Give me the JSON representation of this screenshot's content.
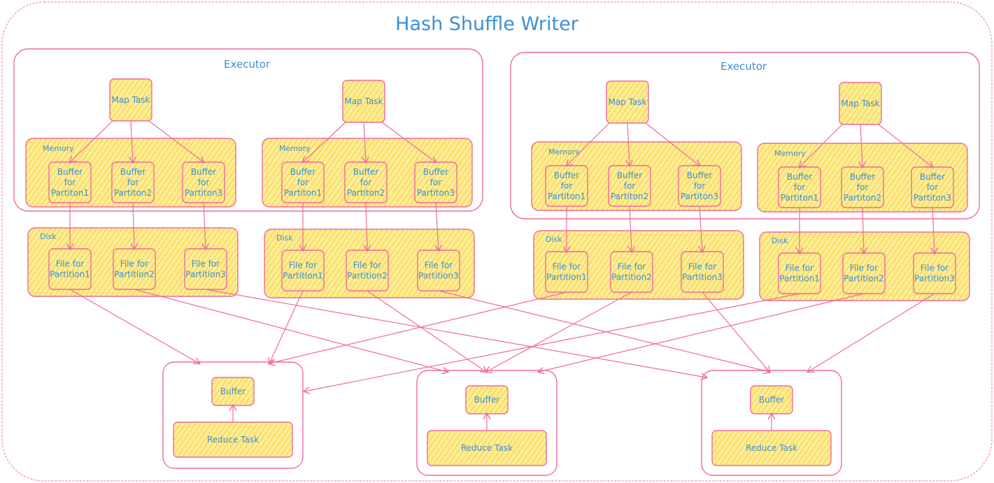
{
  "diagram": {
    "title": "Hash Shuffle Writer",
    "executor_label": "Executor",
    "memory_label": "Memory",
    "disk_label": "Disk",
    "map_task_label": "Map Task",
    "buffer_lines": [
      [
        "Buffer",
        "for",
        "Partiton1"
      ],
      [
        "Buffer",
        "for",
        "Partiton2"
      ],
      [
        "Buffer",
        "for",
        "Partiton3"
      ]
    ],
    "file_lines": [
      [
        "File for",
        "Partition1"
      ],
      [
        "File for",
        "Partition2"
      ],
      [
        "File for",
        "Partition3"
      ]
    ],
    "reduce_buffer_label": "Buffer",
    "reduce_task_label": "Reduce Task",
    "colors": {
      "stroke": "#f06aa0",
      "fill": "#fbe57a",
      "text": "#3d8fd6",
      "outer_border": "#f3a0c2"
    }
  }
}
